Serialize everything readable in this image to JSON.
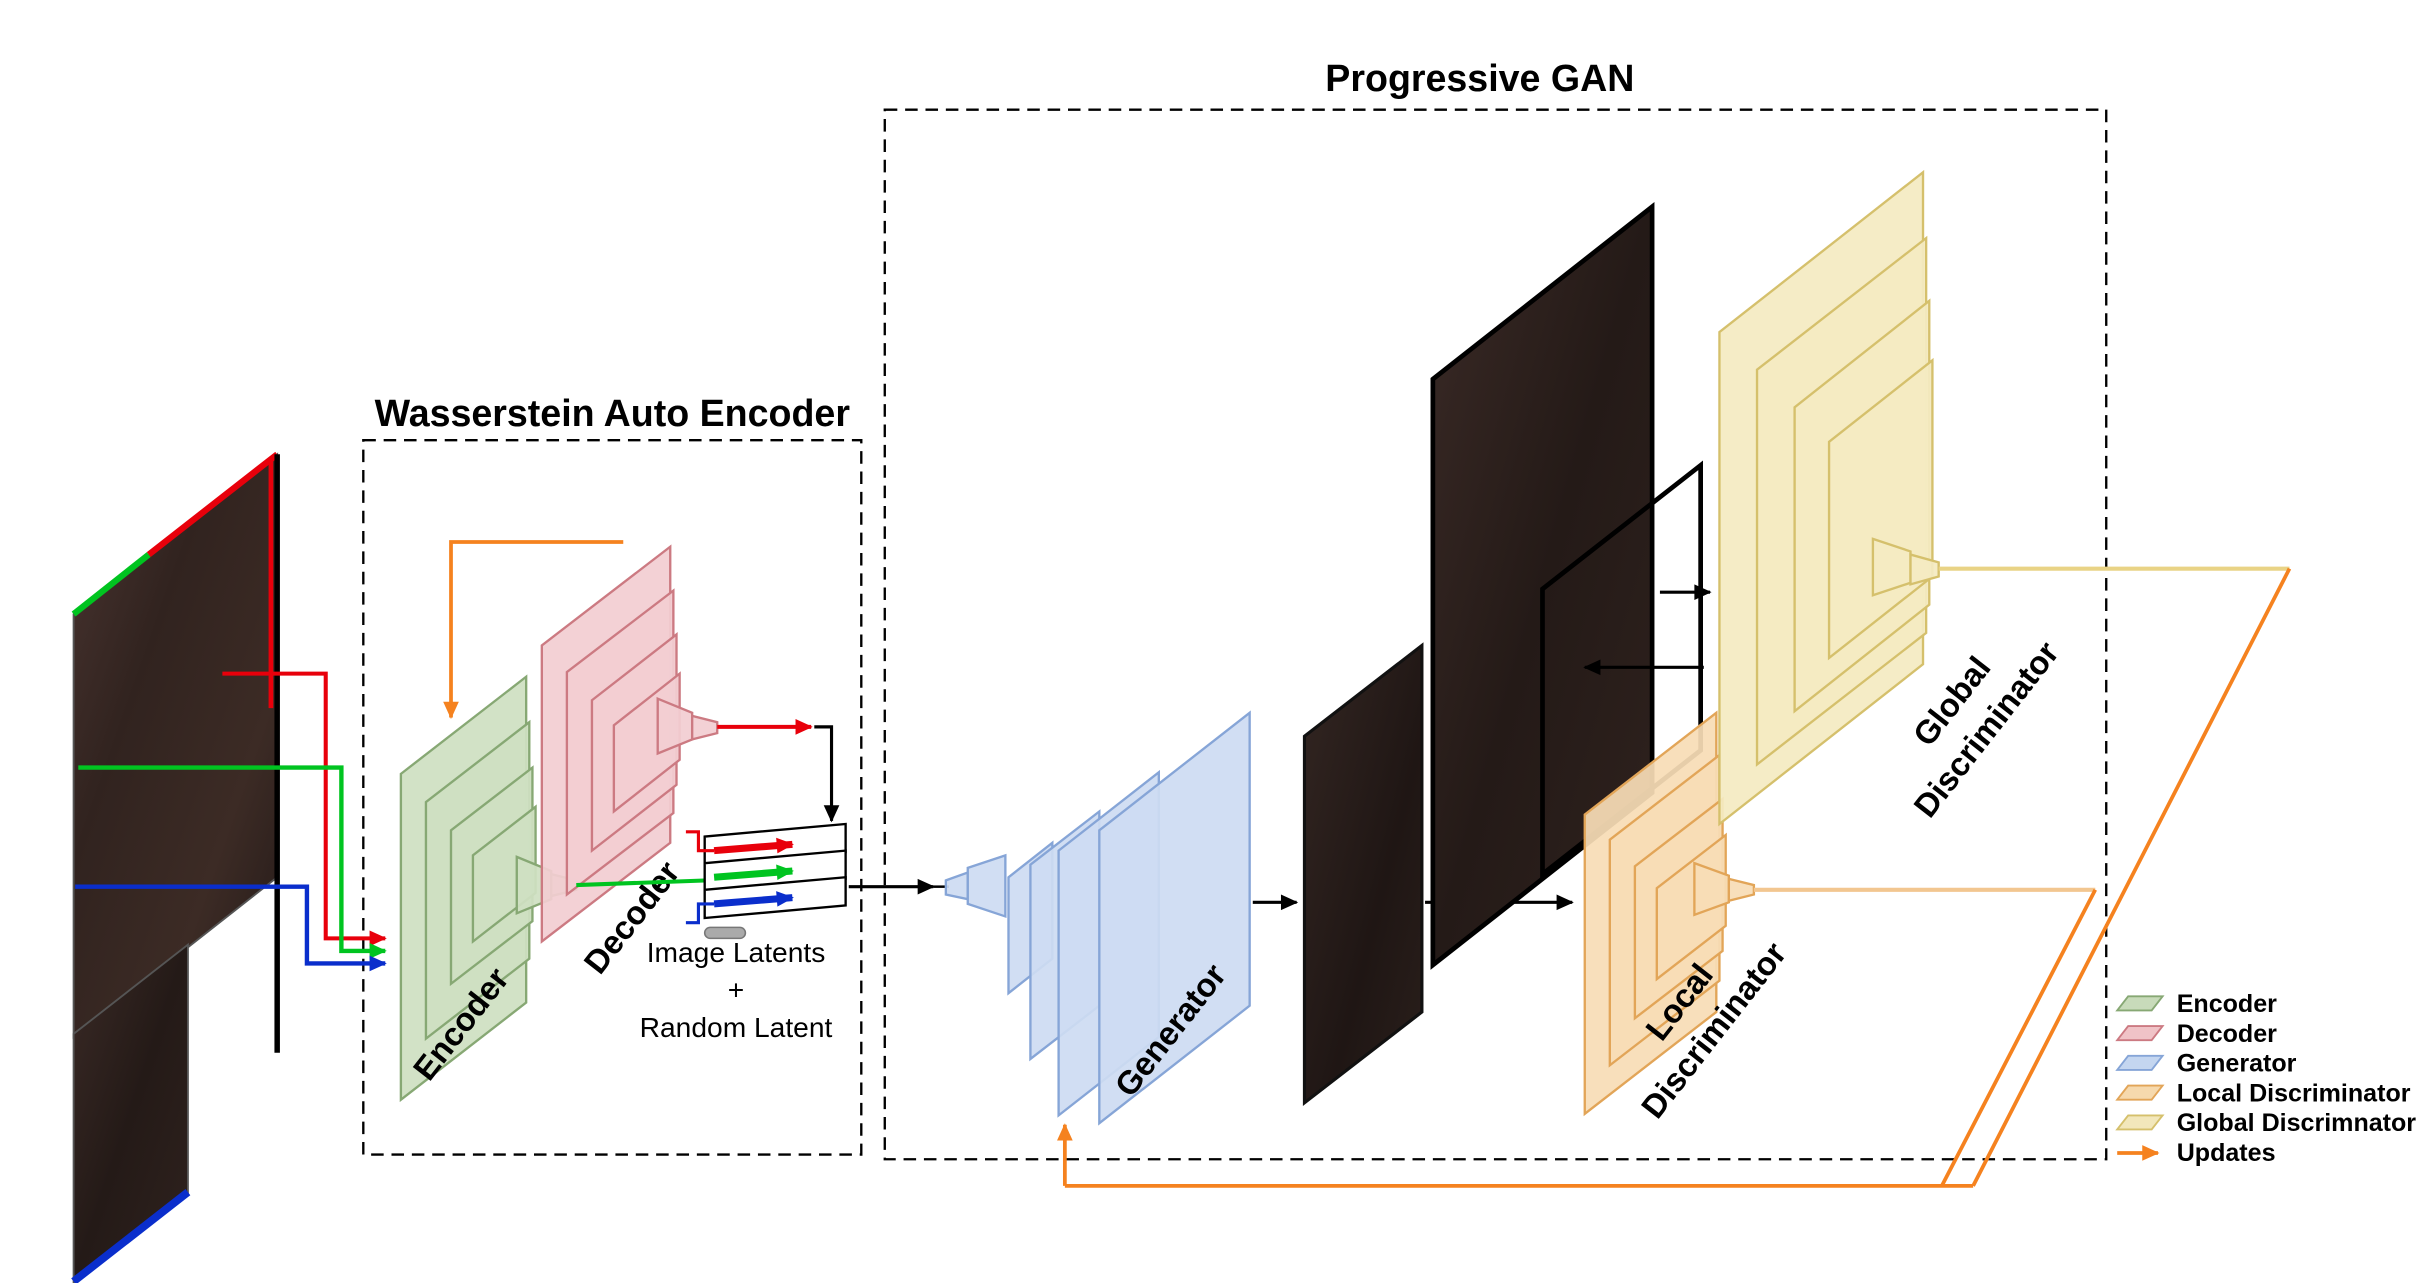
{
  "diagram": {
    "progressive_gan_title": "Progressive GAN",
    "wae_title": "Wasserstein Auto Encoder",
    "latents_caption": {
      "line1": "Image Latents",
      "line2": "+",
      "line3": "Random Latent"
    },
    "network_labels": {
      "encoder": "Encoder",
      "decoder": "Decoder",
      "generator": "Generator",
      "local_line1": "Local",
      "local_line2": "Discriminator",
      "global_line1": "Global",
      "global_line2": "Discriminator"
    }
  },
  "legend": {
    "items": [
      {
        "label": "Encoder",
        "color": "#c8dbba"
      },
      {
        "label": "Decoder",
        "color": "#f0c3c7"
      },
      {
        "label": "Generator",
        "color": "#c4d6f0"
      },
      {
        "label": "Local Discriminator",
        "color": "#f6d9ad"
      },
      {
        "label": "Global Discrimnator",
        "color": "#f2e7bb"
      },
      {
        "label": "Updates",
        "color": "#f5821f"
      }
    ]
  },
  "colors": {
    "encoder_fill": "#cfe0c2",
    "encoder_stroke": "#87a874",
    "decoder_fill": "#f2ced2",
    "decoder_stroke": "#cc7a82",
    "generator_fill": "#cddcf2",
    "generator_stroke": "#86a5d7",
    "local_fill": "#f7ddb6",
    "local_stroke": "#e2a558",
    "global_fill": "#f4ebc2",
    "global_stroke": "#d5c06c",
    "update_orange": "#f5821f",
    "patch_red": "#e8000b",
    "patch_green": "#00c420",
    "patch_blue": "#0a2ecc",
    "encoder_label": "#a6cc92",
    "decoder_label": "#ec9a9c",
    "generator_label": "#a9c3e8",
    "local_label": "#f2b36b",
    "global_label": "#e2c453",
    "local_out_line": "#f2c690",
    "global_out_line": "#e9d385"
  }
}
